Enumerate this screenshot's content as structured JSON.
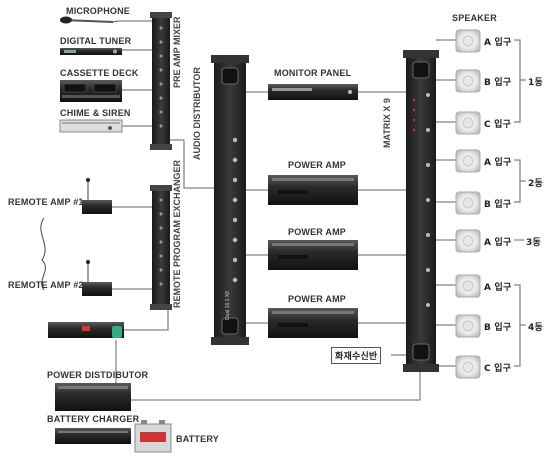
{
  "sources": {
    "microphone": "MICROPHONE",
    "digital_tuner": "DIGITAL TUNER",
    "cassette_deck": "CASSETTE DECK",
    "chime_siren": "CHIME & SIREN"
  },
  "devices": {
    "pre_amp_mixer": "PRE AMP MIXER",
    "audio_distributor": "AUDIO DISTRIBUTOR",
    "monitor_panel": "MONITOR PANEL",
    "power_amp_1": "POWER AMP",
    "power_amp_2": "POWER AMP",
    "power_amp_3": "POWER AMP",
    "matrix": "MATRIX X 9",
    "remote_program_exchanger": "REMOTE PROGRAM EXCHANGER",
    "remote_amp_1": "REMOTE AMP #1",
    "remote_amp_2": "REMOTE AMP #2",
    "power_distributor": "POWER DISTDIBUTOR",
    "battery_charger": "BATTERY CHARGER",
    "battery": "BATTERY",
    "fire_receiver": "화재수신반"
  },
  "speakers": {
    "title": "SPEAKER",
    "inputs": [
      "A 입구",
      "B 입구",
      "C 입구",
      "A 입구",
      "B 입구",
      "A 입구",
      "A 입구",
      "B 입구",
      "C 입구"
    ],
    "groups": [
      "1동",
      "2동",
      "3동",
      "4동"
    ]
  }
}
